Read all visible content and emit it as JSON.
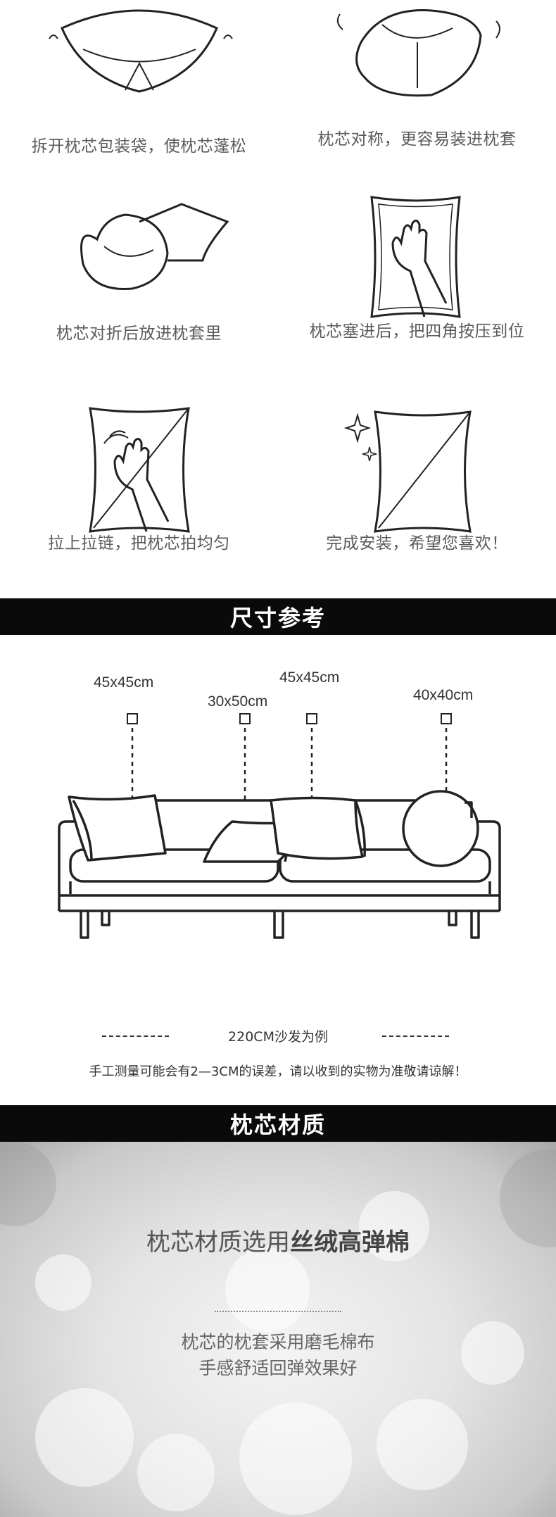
{
  "steps": [
    {
      "caption": "拆开枕芯包装袋，使枕芯蓬松",
      "icon": "pillow-open-icon"
    },
    {
      "caption": "枕芯对称，更容易装进枕套",
      "icon": "pillow-fold-icon"
    },
    {
      "caption": "枕芯对折后放进枕套里",
      "icon": "pillow-insert-icon"
    },
    {
      "caption": "枕芯塞进后，把四角按压到位",
      "icon": "hand-press-icon"
    },
    {
      "caption": "拉上拉链，把枕芯拍均匀",
      "icon": "hand-pat-icon"
    },
    {
      "caption": "完成安装，希望您喜欢！",
      "icon": "finished-pillow-icon"
    }
  ],
  "size_section": {
    "title": "尺寸参考",
    "labels": [
      "45x45cm",
      "30x50cm",
      "45x45cm",
      "40x40cm"
    ],
    "reference": "220CM沙发为例",
    "note": "手工测量可能会有2—3CM的误差，请以收到的实物为准敬请谅解！"
  },
  "material_section": {
    "title": "枕芯材质",
    "headline_prefix": "枕芯材质选用",
    "headline_bold": "丝绒高弹棉",
    "line1": "枕芯的枕套采用磨毛棉布",
    "line2": "手感舒适回弹效果好"
  },
  "colors": {
    "banner": "#0a0a0a",
    "text": "#555555"
  }
}
